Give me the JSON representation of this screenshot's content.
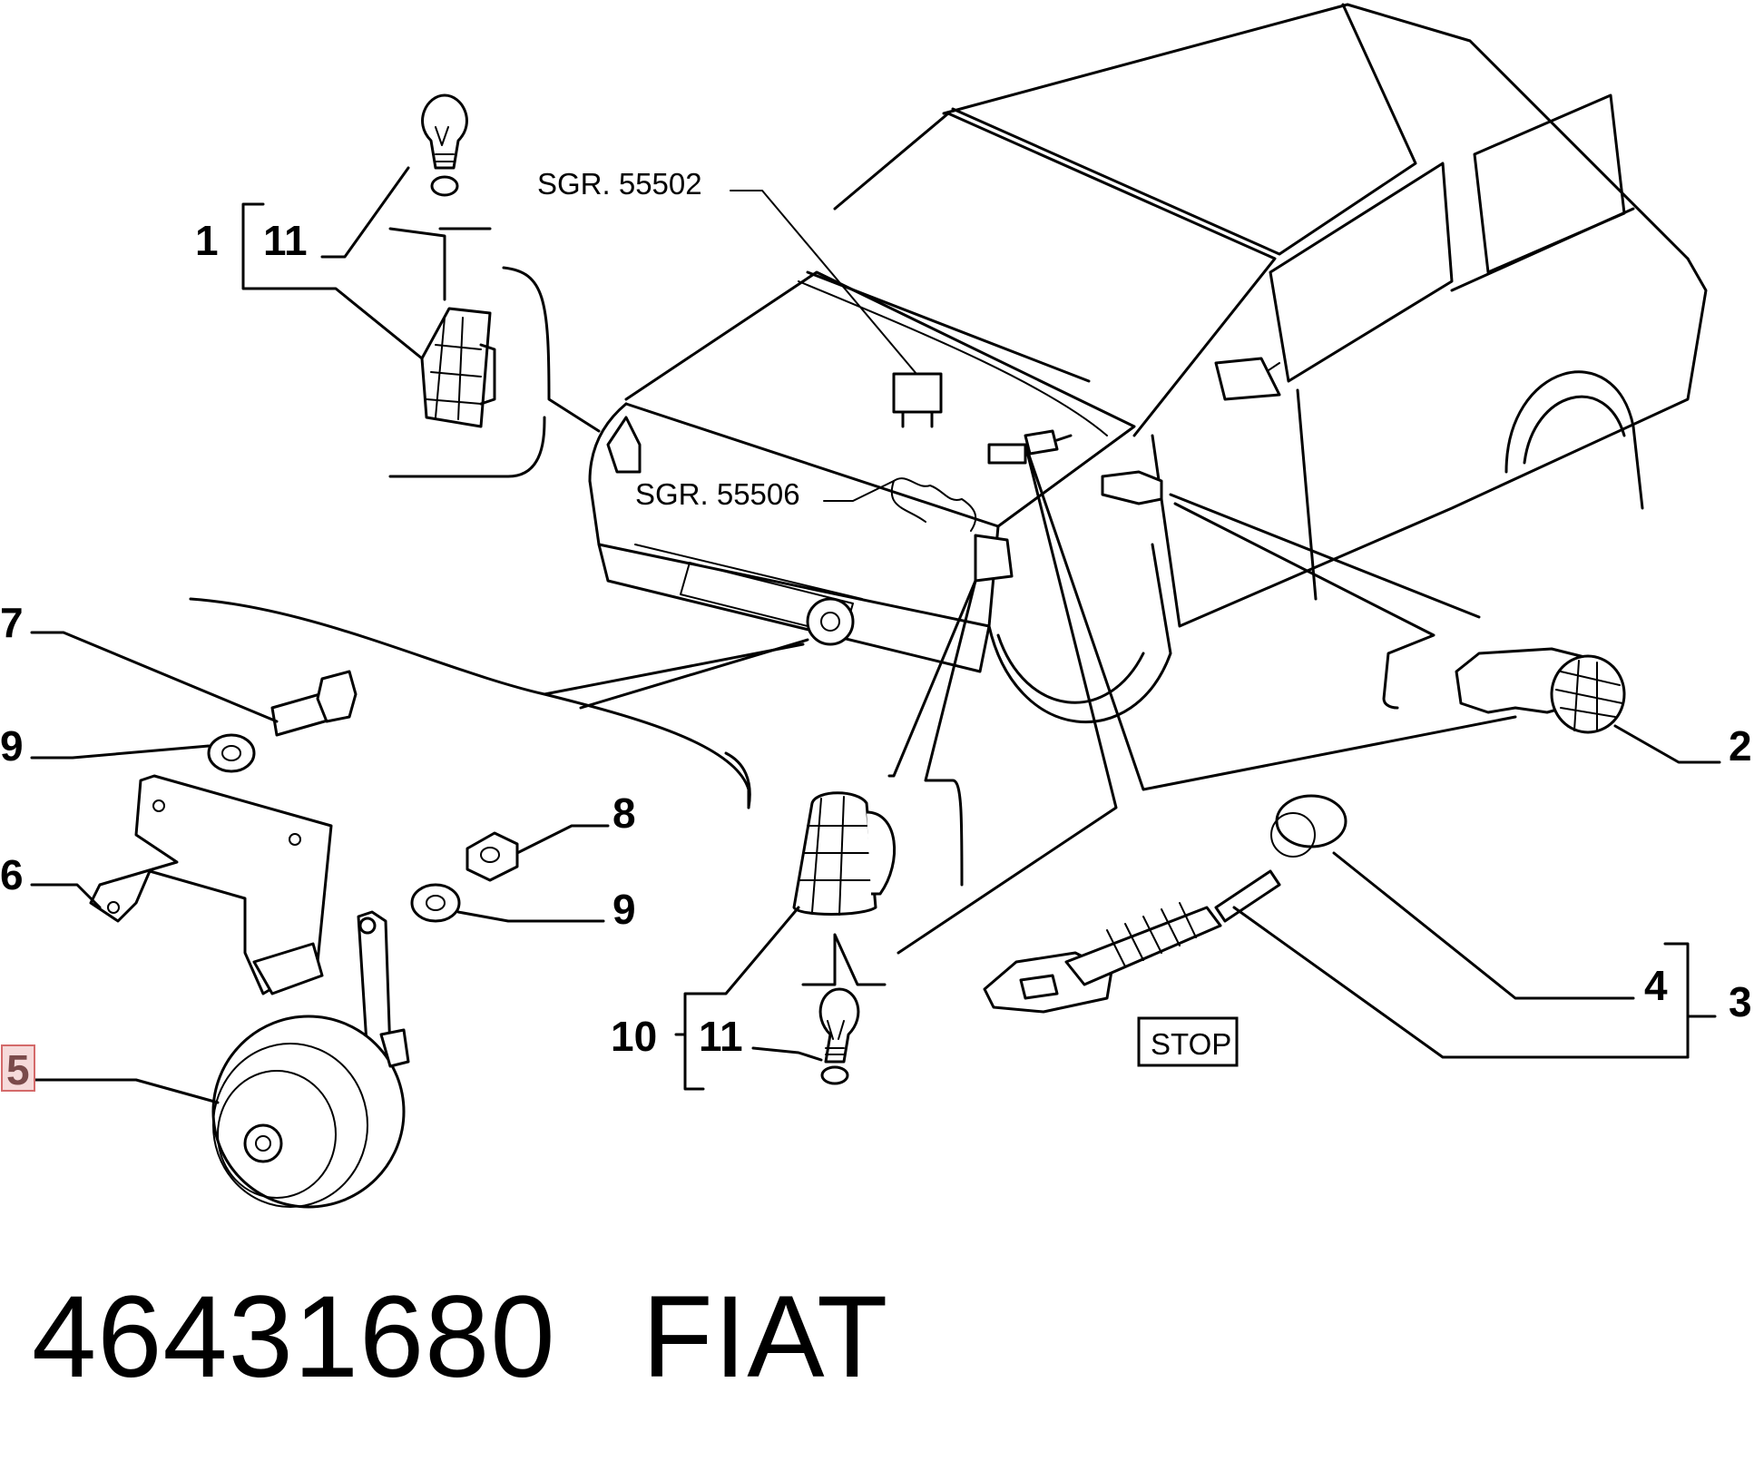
{
  "callouts": {
    "c1": "1",
    "c2": "2",
    "c3": "3",
    "c4": "4",
    "c5": "5",
    "c6": "6",
    "c7": "7",
    "c8": "8",
    "c9a": "9",
    "c9b": "9",
    "c10": "10",
    "c11a": "11",
    "c11b": "11"
  },
  "references": {
    "sgr_55502": "SGR. 55502",
    "sgr_55506": "SGR. 55506"
  },
  "stop_label": "STOP",
  "highlighted_callout": "5",
  "footer": {
    "part_number": "46431680",
    "brand": "FIAT"
  }
}
